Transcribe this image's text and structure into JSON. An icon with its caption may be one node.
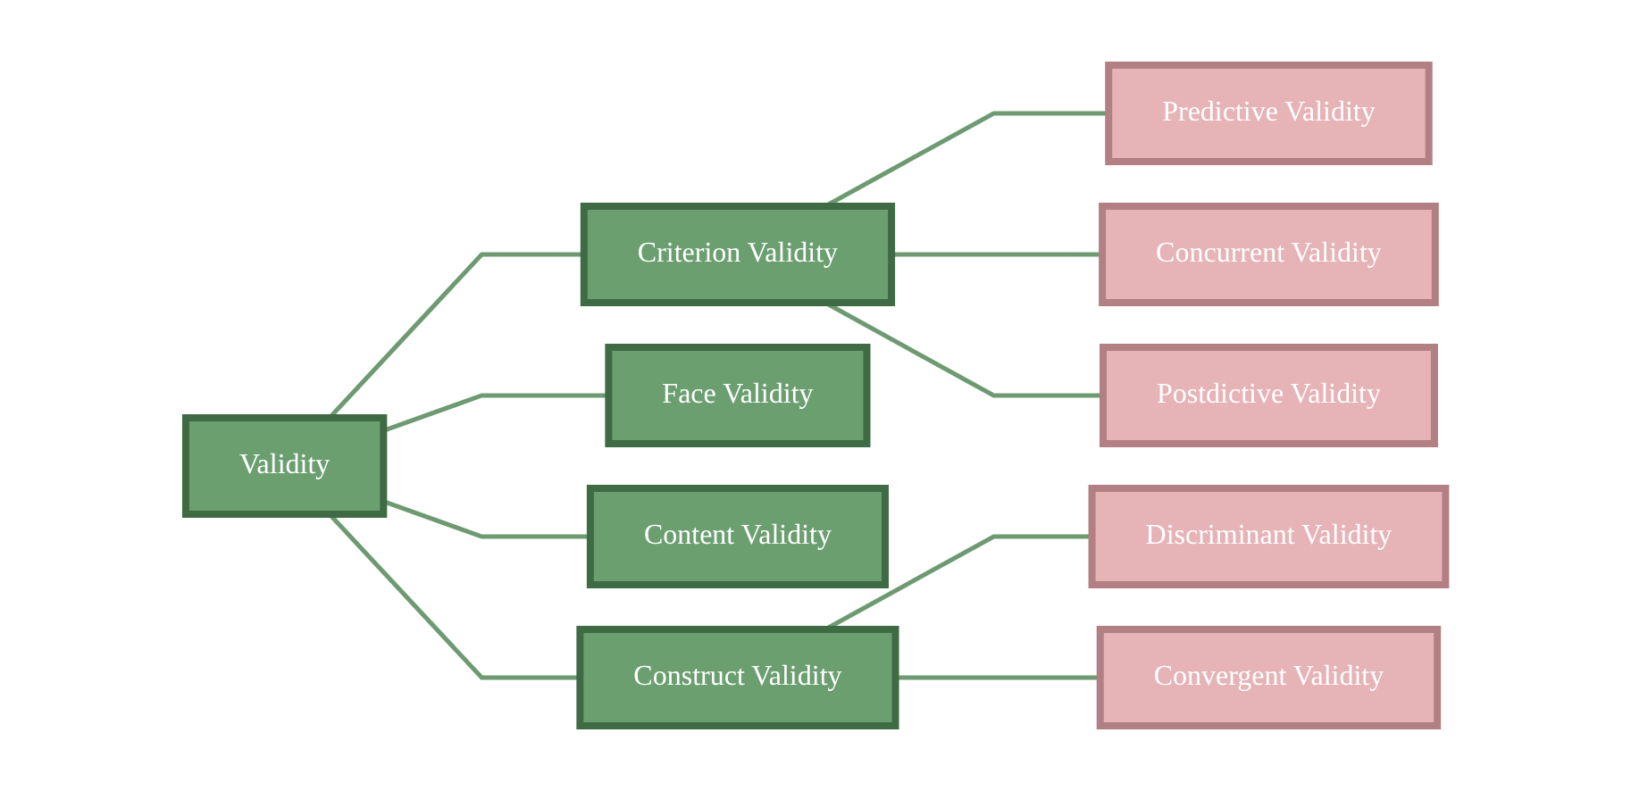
{
  "diagram": {
    "nodes": [
      {
        "text": [
          "Validity"
        ]
      },
      {
        "text": [
          "Criterion Validity"
        ]
      },
      {
        "text": [
          "Face Validity"
        ]
      },
      {
        "text": [
          "Content Validity"
        ]
      },
      {
        "text": [
          "Construct Validity"
        ]
      },
      {
        "text": [
          "Predictive Validity"
        ]
      },
      {
        "text": [
          "Concurrent Validity"
        ]
      },
      {
        "text": [
          "Postdictive Validity"
        ]
      },
      {
        "text": [
          "Discriminant Validity"
        ]
      },
      {
        "text": [
          "Convergent Validity"
        ]
      }
    ],
    "edges": [
      {
        "from": 0,
        "to": 1,
        "arrow": "none"
      },
      {
        "from": 0,
        "to": 2,
        "arrow": "none"
      },
      {
        "from": 0,
        "to": 3,
        "arrow": "none"
      },
      {
        "from": 0,
        "to": 4,
        "arrow": "none"
      },
      {
        "from": 1,
        "to": 5,
        "arrow": "none"
      },
      {
        "from": 1,
        "to": 6,
        "arrow": "none"
      },
      {
        "from": 1,
        "to": 7,
        "arrow": "none"
      },
      {
        "from": 4,
        "to": 8,
        "arrow": "none"
      },
      {
        "from": 4,
        "to": 9,
        "arrow": "none"
      }
    ]
  }
}
